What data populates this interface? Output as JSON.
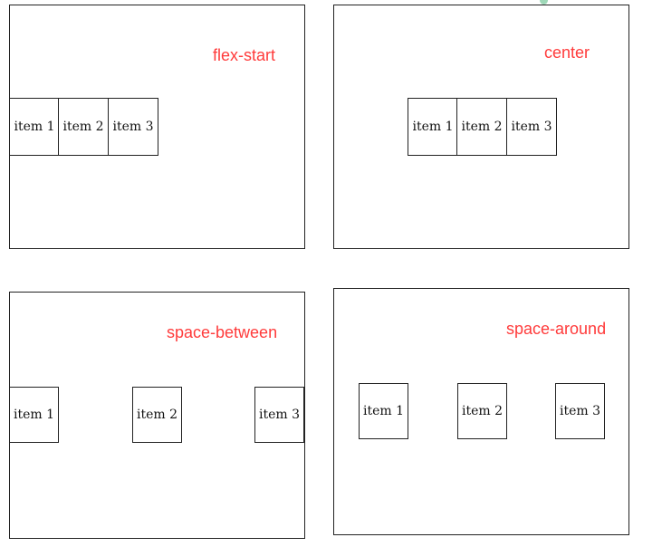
{
  "panels": [
    {
      "title": "flex-start",
      "items": [
        "item 1",
        "item 2",
        "item 3"
      ]
    },
    {
      "title": "center",
      "items": [
        "item 1",
        "item 2",
        "item 3"
      ]
    },
    {
      "title": "space-between",
      "items": [
        "item 1",
        "item 2",
        "item 3"
      ]
    },
    {
      "title": "space-around",
      "items": [
        "item 1",
        "item 2",
        "item 3"
      ]
    }
  ],
  "colors": {
    "title": "#ff3b3b",
    "border": "#222222"
  }
}
